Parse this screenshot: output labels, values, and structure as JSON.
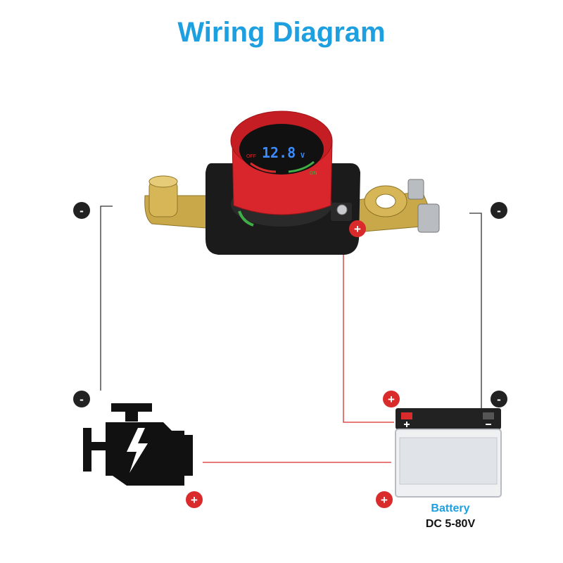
{
  "title": "Wiring Diagram",
  "switch": {
    "voltage_display": "12.8",
    "voltage_unit": "V",
    "off_label": "OFF",
    "on_label": "ON"
  },
  "battery": {
    "label": "Battery",
    "spec": "DC 5-80V"
  },
  "symbols": {
    "positive": "+",
    "negative": "-"
  },
  "colors": {
    "title": "#1d9fe0",
    "wire_positive": "#d92b2b",
    "wire_negative": "#333333",
    "knob_red": "#d8262c",
    "brass": "#c9a84a",
    "lcd_blue": "#3b8cff"
  }
}
